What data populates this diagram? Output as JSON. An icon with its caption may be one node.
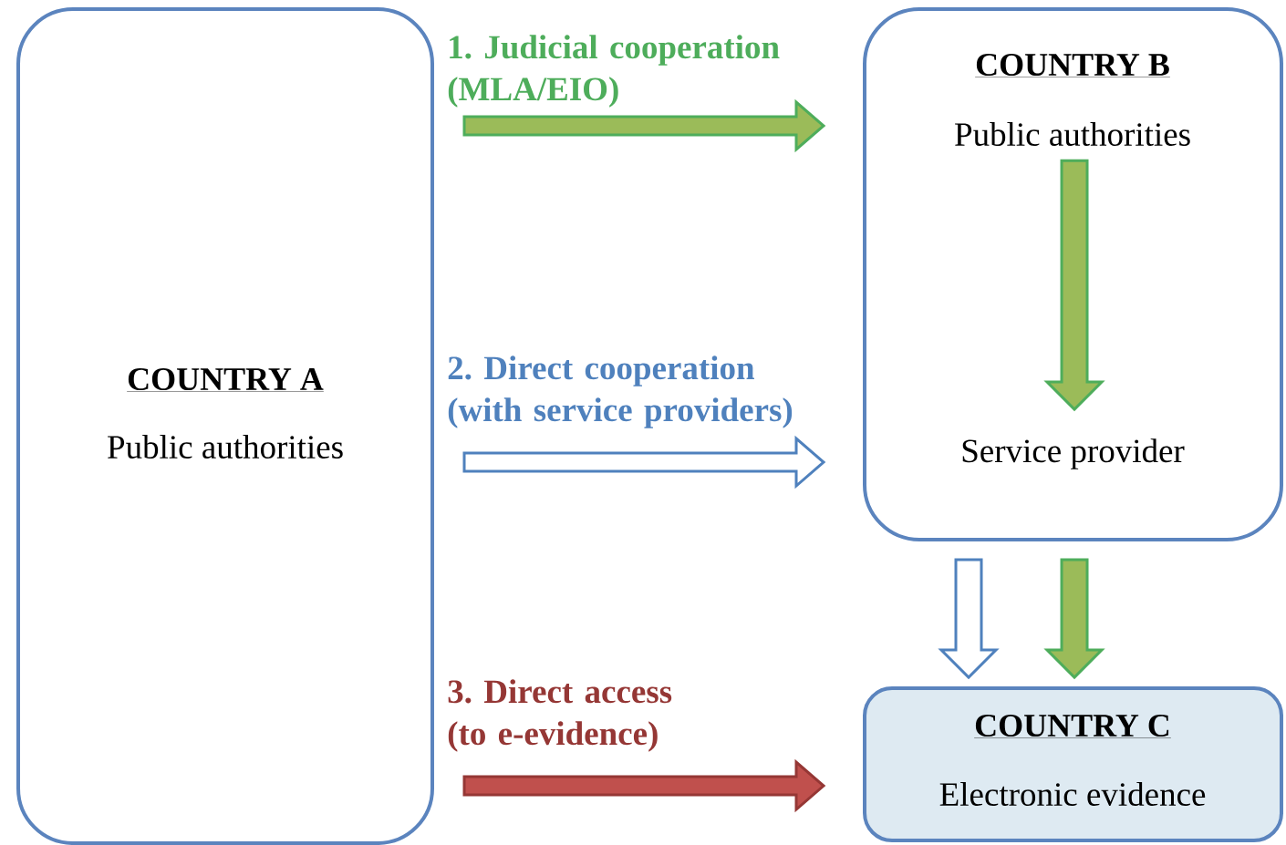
{
  "diagram": {
    "nodes": [
      {
        "text": [
          "COUNTRY A",
          "Public authorities"
        ]
      },
      {
        "text": [
          "COUNTRY B"
        ]
      },
      {
        "text": [
          "Public authorities"
        ],
        "in": 1
      },
      {
        "text": [
          "Service provider"
        ],
        "in": 1
      },
      {
        "text": [
          "COUNTRY C",
          "Electronic evidence"
        ]
      }
    ],
    "edges": [
      {
        "from": 0,
        "to": 1,
        "arrow": "to",
        "label": "1. Judicial cooperation (MLA/EIO)",
        "color": "#4ead5b"
      },
      {
        "from": 0,
        "to": 1,
        "arrow": "to",
        "label": "2. Direct cooperation (with service providers)",
        "color": "#4f81bd"
      },
      {
        "from": 0,
        "to": 4,
        "arrow": "to",
        "label": "3. Direct access (to e-evidence)",
        "color": "#953735"
      },
      {
        "from": 2,
        "to": 3,
        "arrow": "to",
        "color": "#4ead5b"
      },
      {
        "from": 1,
        "to": 4,
        "arrow": "to",
        "color": "#4f81bd"
      },
      {
        "from": 1,
        "to": 4,
        "arrow": "to",
        "color": "#4ead5b"
      }
    ]
  }
}
